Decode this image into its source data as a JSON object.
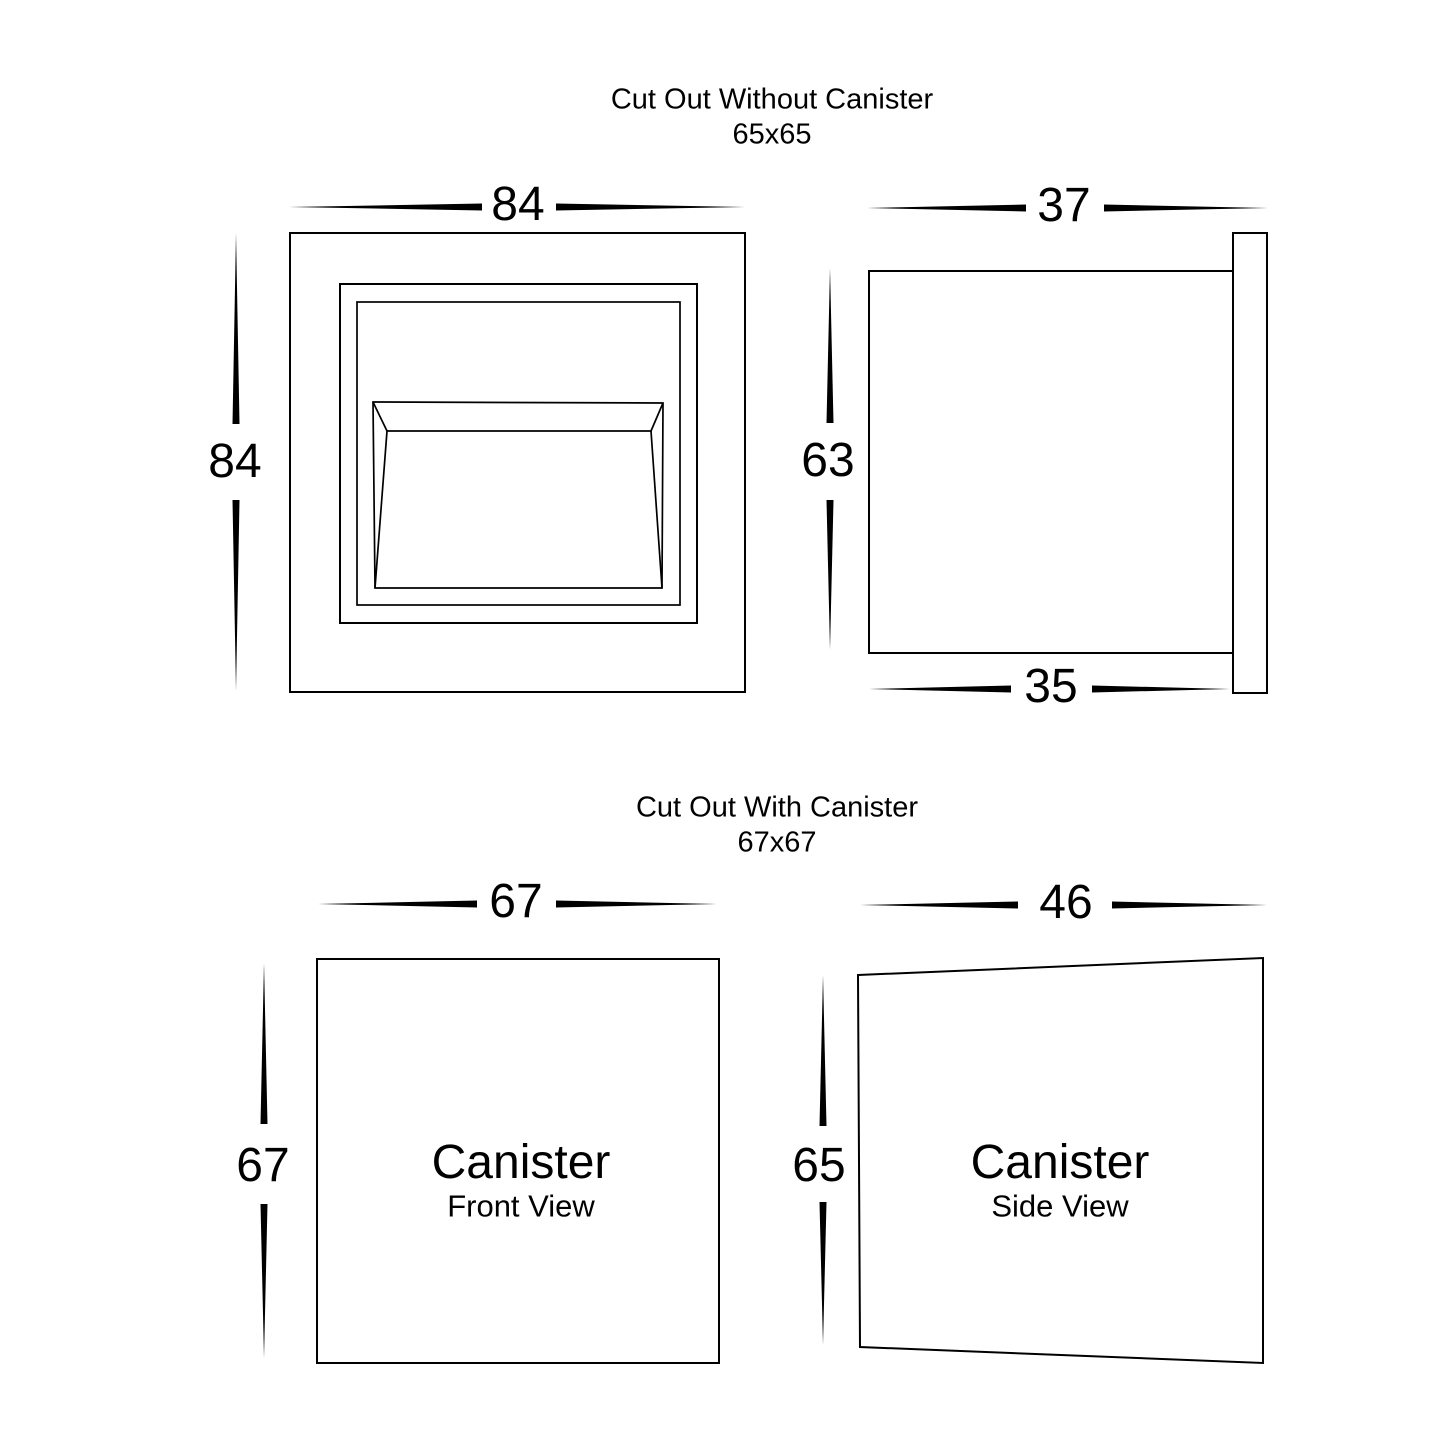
{
  "colors": {
    "line": "#000000",
    "text": "#000000",
    "background": "#ffffff"
  },
  "top_section": {
    "title": "Cut Out Without Canister",
    "subtitle": "65x65",
    "front_view": {
      "width_dim": "84",
      "height_dim": "84"
    },
    "side_view": {
      "depth_dim": "37",
      "height_dim": "63",
      "body_depth_dim": "35"
    }
  },
  "bottom_section": {
    "title": "Cut Out With Canister",
    "subtitle": "67x67",
    "front_view": {
      "width_dim": "67",
      "height_dim": "67",
      "label": "Canister",
      "view_label": "Front View"
    },
    "side_view": {
      "depth_dim": "46",
      "height_dim": "65",
      "label": "Canister",
      "view_label": "Side View"
    }
  }
}
